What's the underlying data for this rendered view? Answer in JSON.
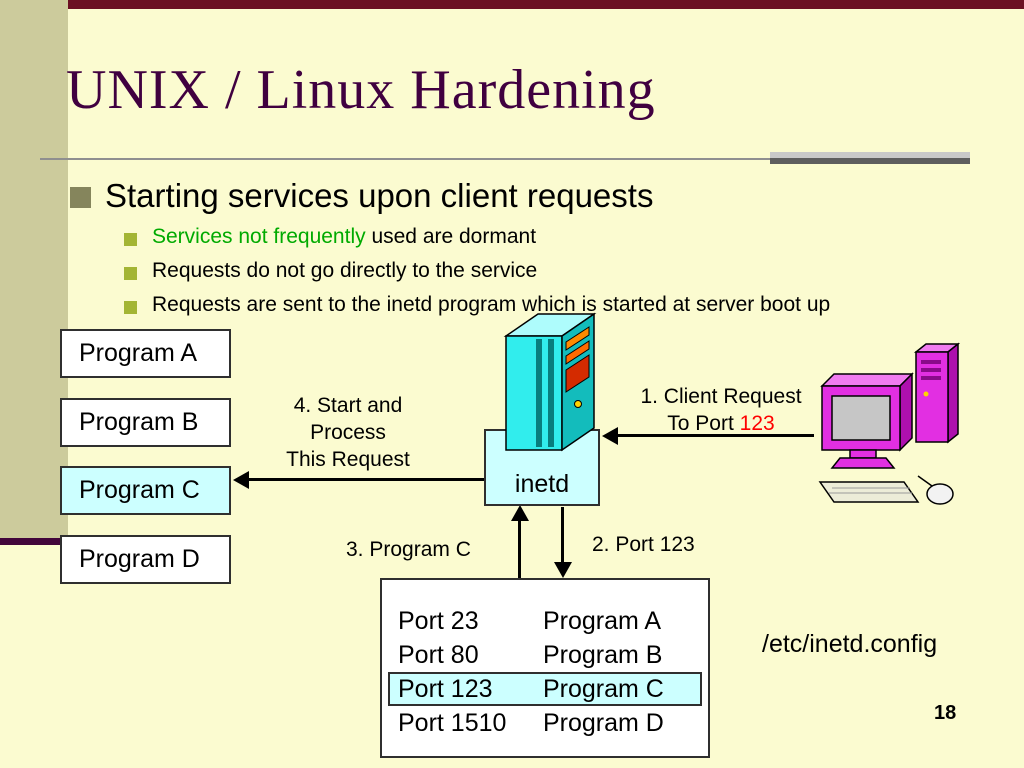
{
  "colors": {
    "background": "#FBFBD0",
    "left_bar": "#CCCB9C",
    "top_bar": "#6B1022",
    "title_text": "#400040",
    "green_text": "#00AA00",
    "red_text": "#FF0000",
    "highlight_cyan": "#CCFFFF",
    "bullet_main_square": "#85855C",
    "bullet_sub_square": "#A3B534"
  },
  "slide": {
    "title": "UNIX / Linux Hardening",
    "page_number": "18"
  },
  "bullets": {
    "main": "Starting services upon client requests",
    "sub1_green": "Services not frequently",
    "sub1_rest": " used are dormant",
    "sub2": "Requests do not go directly to the service",
    "sub3": "Requests are sent to the inetd program which is started at server boot up"
  },
  "diagram": {
    "programs": [
      "Program A",
      "Program B",
      "Program C",
      "Program D"
    ],
    "inetd_label": "inetd",
    "labels": {
      "arrow1_line1": "1. Client Request",
      "arrow1_line2_prefix": "To Port ",
      "arrow1_port": "123",
      "arrow2": "2. Port 123",
      "arrow3": "3. Program C",
      "arrow4_line1": "4. Start and",
      "arrow4_line2": "Process",
      "arrow4_line3": "This Request"
    },
    "icons": {
      "server": "server-tower-icon",
      "client": "client-computer-icon"
    },
    "table": {
      "rows": [
        {
          "port": "Port 23",
          "program": "Program A"
        },
        {
          "port": "Port 80",
          "program": "Program B"
        },
        {
          "port": "Port 123",
          "program": "Program C"
        },
        {
          "port": "Port 1510",
          "program": "Program D"
        }
      ],
      "highlighted_row": 2
    },
    "config_path": "/etc/inetd.config"
  }
}
